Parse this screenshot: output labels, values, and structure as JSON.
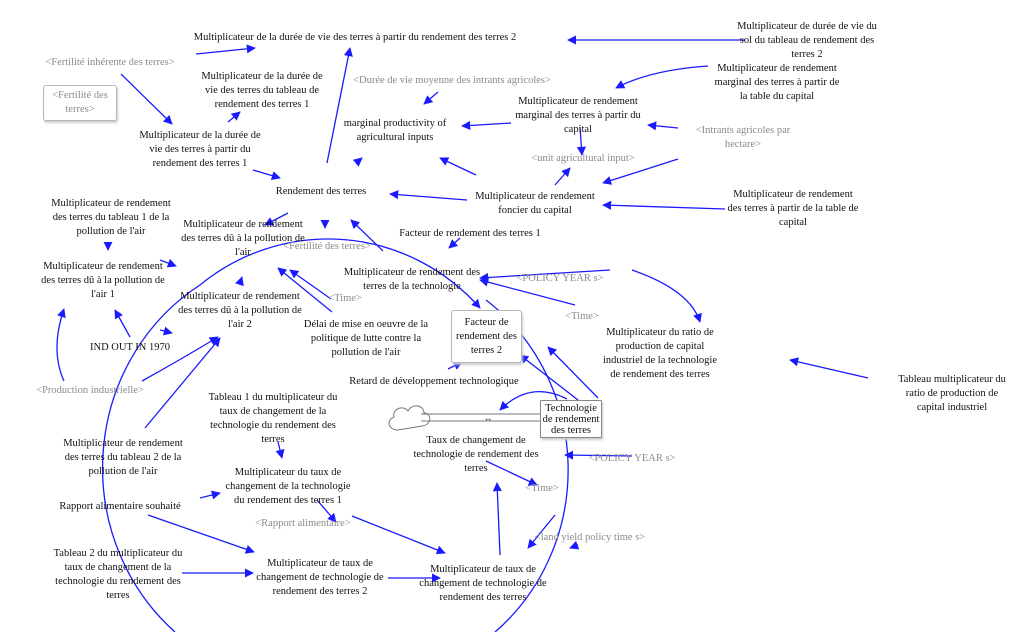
{
  "diagram_title": "",
  "link_color": "#1a1aff",
  "nodes": [
    "Multiplicateur de la durée de vie des terres à partir du rendement des terres 2",
    "<Fertilité inhérente des terres>",
    "<Fertilité des terres>",
    "Multiplicateur de la durée de vie des terres du tableau de rendement des terres 1",
    "Multiplicateur de la durée de vie des terres à partir du rendement des terres 1",
    "<Durée de vie moyenne des intrants agricoles>",
    "marginal productivity of agricultural inputs",
    "Multiplicateur de durée de vie du sol du tableau de rendement des terres 2",
    "Multiplicateur de rendement marginal des terres à partir de la table du capital",
    "Multiplicateur de rendement marginal des terres à partir du capital",
    "<Intrants agricoles par hectare>",
    "<unit agricultural input>",
    "Multiplicateur de rendement foncier du capital",
    "Multiplicateur de rendement des terres à partir de la table de capital",
    "Rendement des terres",
    "Facteur de rendement des terres 1",
    "Multiplicateur de rendement des terres du tableau 1 de la pollution de l'air",
    "Multiplicateur de rendement des terres dû à la pollution de l'air",
    "<Fertilité des terres>",
    "Multiplicateur de rendement des terres de la technologie",
    "<POLICY YEAR s>",
    "Multiplicateur de rendement des terres dû à la pollution de l'air 1",
    "Multiplicateur de rendement des terres dû à la pollution de l'air 2",
    "<Time>",
    "<Time>",
    "Facteur de rendement des terres 2",
    "Délai de mise en oeuvre de la politique de lutte contre la pollution de l'air",
    "IND OUT IN 1970",
    "Multiplicateur du ratio de production de capital industriel de la technologie de rendement des terres",
    "Retard de développement technologique",
    "<Production industrielle>",
    "Tableau multiplicateur du ratio de production de capital industriel",
    "Tableau 1 du multiplicateur du taux de changement de la technologie du rendement des terres",
    "Technologie de rendement des terres",
    "Taux de changement de technologie de rendement des terres",
    "<POLICY YEAR s>",
    "Multiplicateur de rendement des terres du tableau 2 de la pollution de l'air",
    "Multiplicateur du taux de changement de la technologie du rendement des terres 1",
    "<Time>",
    "Rapport alimentaire souhaité",
    "<Rapport alimentaire>",
    "<land yield policy time s>",
    "Tableau 2 du multiplicateur du taux de changement de la technologie du rendement des terres",
    "Multiplicateur de taux de changement de technologie de rendement des terres 2",
    "Multiplicateur de taux de changement de technologie de rendement des terres"
  ]
}
